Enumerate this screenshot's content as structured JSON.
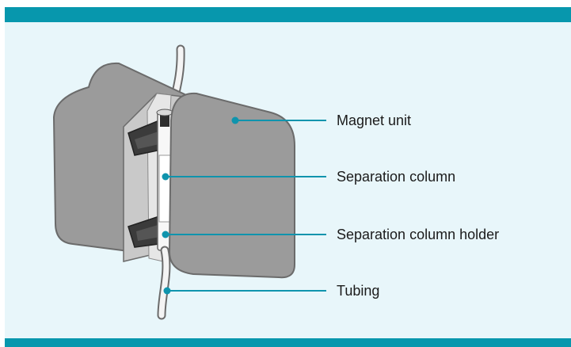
{
  "diagram": {
    "labels": {
      "magnet_unit": "Magnet unit",
      "separation_column": "Separation column",
      "separation_column_holder": "Separation column holder",
      "tubing": "Tubing"
    },
    "colors": {
      "accent_bar": "#0797ad",
      "background": "#e8f6fa",
      "device_body": "#9a9a9a",
      "device_outline": "#6b6b6b",
      "leader_line": "#0f94ad"
    }
  }
}
